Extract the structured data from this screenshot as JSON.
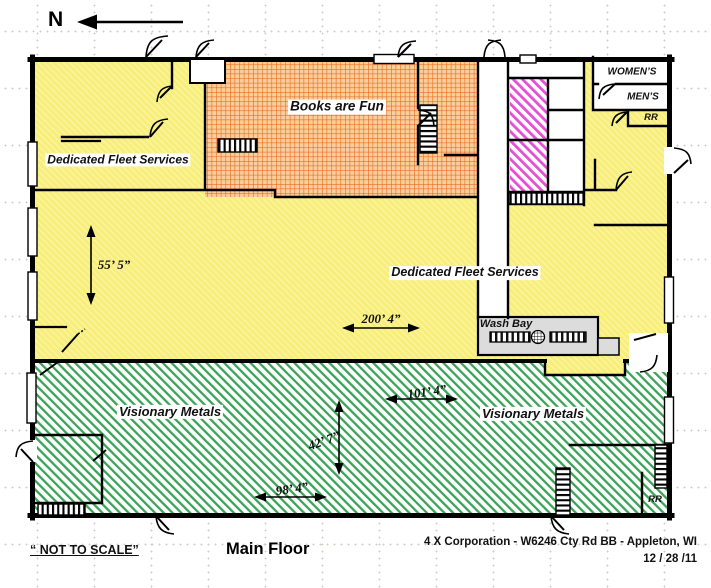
{
  "north": {
    "label": "N"
  },
  "rooms": {
    "books": "Books are Fun",
    "dfs_top": "Dedicated Fleet Services",
    "dfs_main": "Dedicated Fleet Services",
    "vm_left": "Visionary Metals",
    "vm_right": "Visionary Metals",
    "wash_bay": "Wash Bay",
    "womens": "WOMEN’S",
    "mens": "MEN’S",
    "rr_top": "RR",
    "rr_bottom": "RR"
  },
  "dimensions": {
    "height_main": "55’ 5”",
    "width_main": "200’ 4”",
    "width_vm_right": "101’ 4”",
    "height_vm": "42’ 7”",
    "width_vm_left": "98’ 4”"
  },
  "footer": {
    "not_to_scale": "“ NOT TO SCALE”",
    "floor_title": "Main Floor",
    "address": "4 X Corporation - W6246 Cty Rd BB - Appleton, WI",
    "date": "12 / 28 /11"
  },
  "colors": {
    "yellow_area": "#F8EE7C",
    "orange_area_bg": "#FBCD9B",
    "orange_area_line": "#E56A1E",
    "pink_area_line": "#E44FD5",
    "green_area_line": "#3DA35A",
    "wash_bay_gray": "#DCDCDC",
    "wall": "#000000"
  }
}
